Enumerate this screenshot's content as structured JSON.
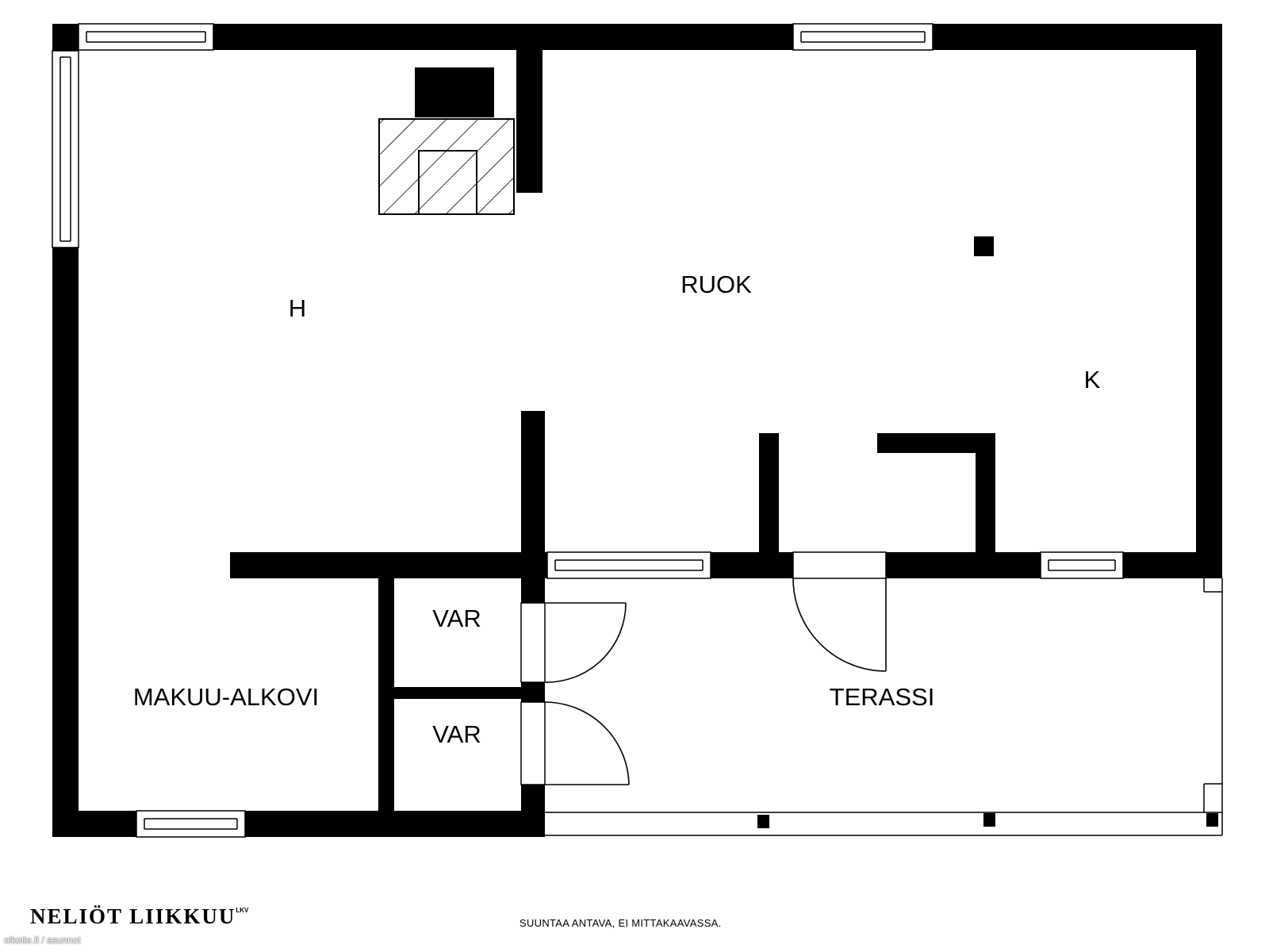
{
  "rooms": {
    "living": "H",
    "dining": "RUOK",
    "kitchen": "K",
    "storage_upper": "VAR",
    "storage_lower": "VAR",
    "bedroom_alcove": "MAKUU-ALKOVI",
    "terrace": "TERASSI"
  },
  "footer": {
    "brand": "NELIÖT LIIKKUU",
    "brand_suffix": "LKV",
    "disclaimer": "SUUNTAA ANTAVA, EI MITTAKAAVASSA.",
    "source": "oikotie.fi / asunnot"
  },
  "colors": {
    "wall": "#000000",
    "background": "#ffffff"
  }
}
